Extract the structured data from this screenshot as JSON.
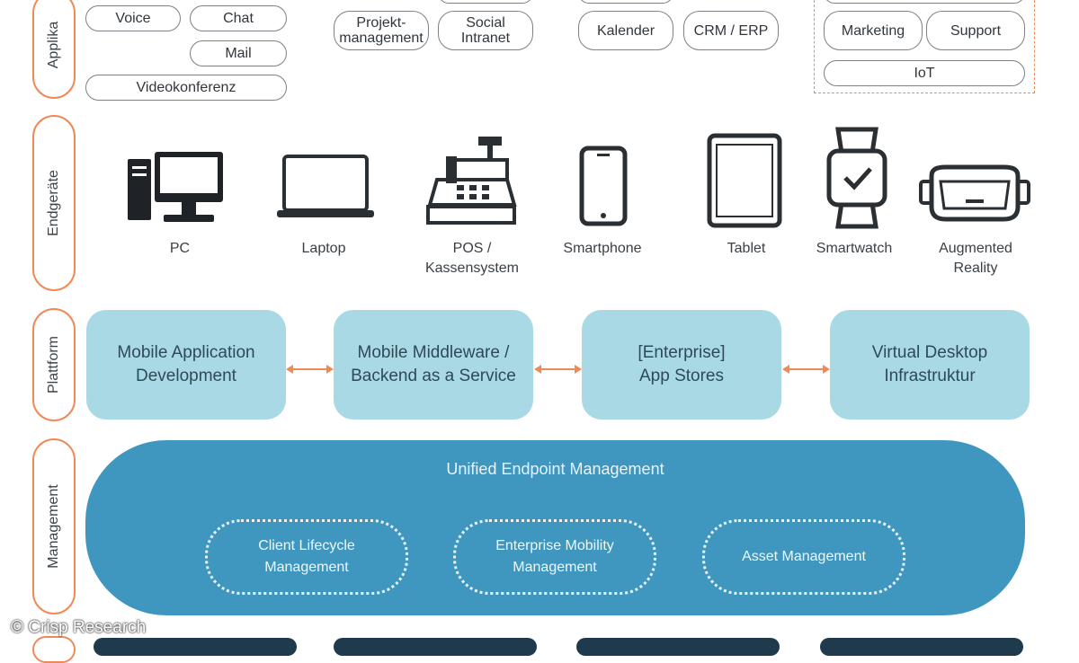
{
  "rails": {
    "applikationen": "Applika",
    "endgeraete": "Endgeräte",
    "plattform": "Plattform",
    "management": "Management"
  },
  "apps": {
    "voice": "Voice",
    "chat": "Chat",
    "mail": "Mail",
    "videokonferenz": "Videokonferenz",
    "projektmanagement": "Projekt-\nmanagement",
    "social_intranet": "Social\nIntranet",
    "kalender": "Kalender",
    "crm_erp": "CRM / ERP",
    "marketing": "Marketing",
    "support": "Support",
    "iot": "IoT"
  },
  "devices": [
    {
      "name": "PC",
      "icon": "pc-icon"
    },
    {
      "name": "Laptop",
      "icon": "laptop-icon"
    },
    {
      "name": "POS /\nKassensystem",
      "icon": "cash-register-icon"
    },
    {
      "name": "Smartphone",
      "icon": "smartphone-icon"
    },
    {
      "name": "Tablet",
      "icon": "tablet-icon"
    },
    {
      "name": "Smartwatch",
      "icon": "smartwatch-icon"
    },
    {
      "name": "Augmented\nReality",
      "icon": "ar-headset-icon"
    }
  ],
  "platform": [
    "Mobile Application\nDevelopment",
    "Mobile Middleware /\nBackend as a Service",
    "[Enterprise]\nApp Stores",
    "Virtual Desktop\nInfrastruktur"
  ],
  "management": {
    "title": "Unified Endpoint Management",
    "items": [
      "Client Lifecycle\nManagement",
      "Enterprise Mobility\nManagement",
      "Asset Management"
    ]
  },
  "credit": "© Crisp Research",
  "colors": {
    "rail_border": "#ef8a57",
    "platform_fill": "#a9d9e5",
    "management_fill": "#3f97c0",
    "bottom_bar": "#1f3a4c"
  }
}
